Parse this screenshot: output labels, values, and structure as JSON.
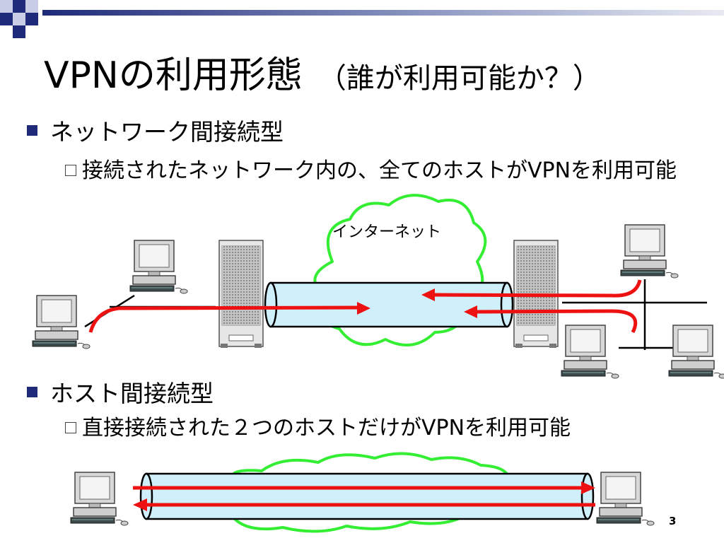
{
  "slide": {
    "title": "VPNの利用形態",
    "subtitle": "（誰が利用可能か？）",
    "page_number": "3"
  },
  "section1": {
    "heading": "ネットワーク間接続型",
    "description": "接続されたネットワーク内の、全てのホストがVPNを利用可能",
    "internet_label": "インターネット"
  },
  "section2": {
    "heading": "ホスト間接続型",
    "description": "直接接続された２つのホストだけがVPNを利用可能"
  },
  "colors": {
    "bullet": "#1f2a7a",
    "tunnel_fill": "#cfeffb",
    "cloud_stroke": "#33ee33",
    "arrow": "#ee1111",
    "accent_blue": "#27337c"
  }
}
